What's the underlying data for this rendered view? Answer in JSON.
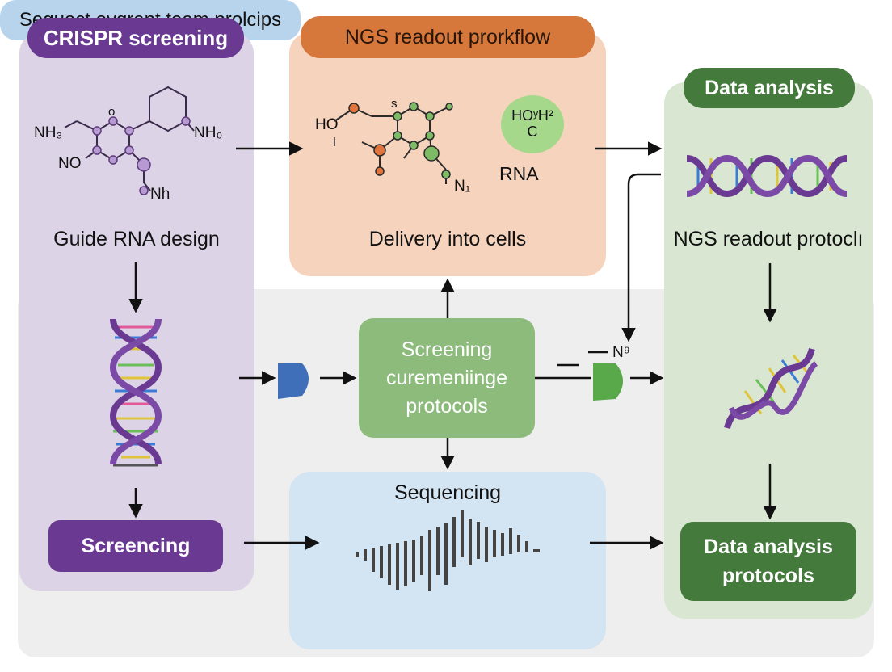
{
  "headers": {
    "crispr": "CRISPR screening",
    "ngs": "NGS readout prorkflow",
    "data": "Data analysis"
  },
  "labels": {
    "guide_rna": "Guide RNA design",
    "delivery": "Delivery into cells",
    "rna": "RNA",
    "ngs_protocol": "NGS readout protoclı",
    "sequencing": "Sequencing",
    "sequact": "Sequact oygrant team prolcips"
  },
  "boxes": {
    "screencing": "Screencing",
    "screening_line1": "Screening",
    "screening_line2": "curemeniinge",
    "screening_line3": "protocols",
    "data_line1": "Data analysis",
    "data_line2": "protocols"
  },
  "chem_left": {
    "nh3": "NH₃",
    "no": "NO",
    "o": "o",
    "nh0": "NH₀",
    "nh": "Nh"
  },
  "chem_orange": {
    "ho": "HO",
    "s": "s",
    "tick": "ǀ",
    "n1": "N₁",
    "circle_line1": "HOʸH²",
    "circle_line2": "C"
  },
  "chem_mid": {
    "n9": "N⁹"
  },
  "colors": {
    "purple": "#6a3a92",
    "orange": "#d6783c",
    "green_dark": "#457a3d",
    "green_box": "#8dbb7c",
    "blue_shape": "#3f6fb8",
    "green_shape": "#59a84a"
  },
  "icons": [
    "molecule-icon",
    "dna-helix-icon",
    "waveform-icon",
    "arrow-icon"
  ]
}
